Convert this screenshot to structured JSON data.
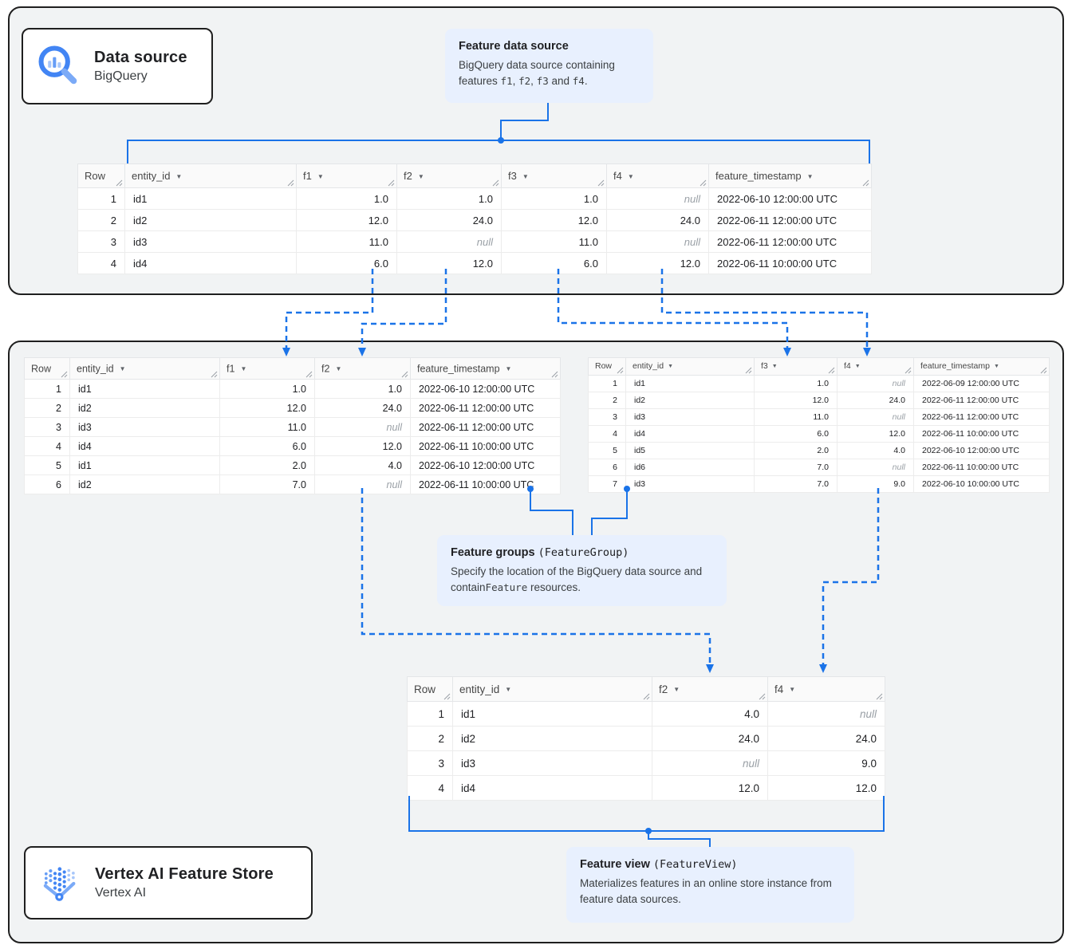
{
  "labels": {
    "data_source": {
      "title": "Data source",
      "subtitle": "BigQuery"
    },
    "vertex": {
      "title": "Vertex AI Feature Store",
      "subtitle": "Vertex AI"
    }
  },
  "callouts": {
    "feature_data_source": {
      "title_parts": [
        {
          "t": "Feature data source"
        }
      ],
      "body_parts": [
        {
          "t": "BigQuery data source containing features "
        },
        {
          "t": "f1",
          "mono": true
        },
        {
          "t": ", "
        },
        {
          "t": "f2",
          "mono": true
        },
        {
          "t": ", "
        },
        {
          "t": "f3",
          "mono": true
        },
        {
          "t": " and "
        },
        {
          "t": "f4",
          "mono": true
        },
        {
          "t": "."
        }
      ]
    },
    "feature_groups": {
      "title_parts": [
        {
          "t": "Feature groups "
        },
        {
          "t": "(FeatureGroup)",
          "mono": true
        }
      ],
      "body_parts": [
        {
          "t": "Specify the location of the BigQuery data source and contain"
        },
        {
          "t": "Feature",
          "mono": true
        },
        {
          "t": " resources."
        }
      ]
    },
    "feature_view": {
      "title_parts": [
        {
          "t": "Feature view "
        },
        {
          "t": "(FeatureView)",
          "mono": true
        }
      ],
      "body_parts": [
        {
          "t": "Materializes features in an online store instance from feature data sources."
        }
      ]
    }
  },
  "icons": {
    "bigquery": "bigquery-search-icon",
    "vertex": "vertex-ai-icon",
    "sort_glyph": "▼"
  },
  "colors": {
    "connector_blue": "#1a73e8",
    "callout_bg": "#e8f0fe",
    "frame_bg": "#f1f3f4",
    "frame_border": "#1f1f1f",
    "null_text": "#9aa0a6"
  },
  "tables": {
    "source": {
      "columns": [
        {
          "label": "Row",
          "sortable": false
        },
        {
          "label": "entity_id",
          "sortable": true
        },
        {
          "label": "f1",
          "sortable": true
        },
        {
          "label": "f2",
          "sortable": true
        },
        {
          "label": "f3",
          "sortable": true
        },
        {
          "label": "f4",
          "sortable": true
        },
        {
          "label": "feature_timestamp",
          "sortable": true
        }
      ],
      "aligns": [
        "right",
        "left",
        "right",
        "right",
        "right",
        "right",
        "left"
      ],
      "rows": [
        [
          "1",
          "id1",
          "1.0",
          "1.0",
          "1.0",
          "null",
          "2022-06-10 12:00:00 UTC"
        ],
        [
          "2",
          "id2",
          "12.0",
          "24.0",
          "12.0",
          "24.0",
          "2022-06-11 12:00:00 UTC"
        ],
        [
          "3",
          "id3",
          "11.0",
          "null",
          "11.0",
          "null",
          "2022-06-11 12:00:00 UTC"
        ],
        [
          "4",
          "id4",
          "6.0",
          "12.0",
          "6.0",
          "12.0",
          "2022-06-11 10:00:00 UTC"
        ]
      ]
    },
    "group1": {
      "columns": [
        {
          "label": "Row",
          "sortable": false
        },
        {
          "label": "entity_id",
          "sortable": true
        },
        {
          "label": "f1",
          "sortable": true
        },
        {
          "label": "f2",
          "sortable": true
        },
        {
          "label": "feature_timestamp",
          "sortable": true
        }
      ],
      "aligns": [
        "right",
        "left",
        "right",
        "right",
        "left"
      ],
      "rows": [
        [
          "1",
          "id1",
          "1.0",
          "1.0",
          "2022-06-10 12:00:00 UTC"
        ],
        [
          "2",
          "id2",
          "12.0",
          "24.0",
          "2022-06-11 12:00:00 UTC"
        ],
        [
          "3",
          "id3",
          "11.0",
          "null",
          "2022-06-11 12:00:00 UTC"
        ],
        [
          "4",
          "id4",
          "6.0",
          "12.0",
          "2022-06-11 10:00:00 UTC"
        ],
        [
          "5",
          "id1",
          "2.0",
          "4.0",
          "2022-06-10 12:00:00 UTC"
        ],
        [
          "6",
          "id2",
          "7.0",
          "null",
          "2022-06-11 10:00:00 UTC"
        ]
      ]
    },
    "group2": {
      "columns": [
        {
          "label": "Row",
          "sortable": false
        },
        {
          "label": "entity_id",
          "sortable": true
        },
        {
          "label": "f3",
          "sortable": true
        },
        {
          "label": "f4",
          "sortable": true
        },
        {
          "label": "feature_timestamp",
          "sortable": true
        }
      ],
      "aligns": [
        "right",
        "left",
        "right",
        "right",
        "left"
      ],
      "rows": [
        [
          "1",
          "id1",
          "1.0",
          "null",
          "2022-06-09 12:00:00 UTC"
        ],
        [
          "2",
          "id2",
          "12.0",
          "24.0",
          "2022-06-11 12:00:00 UTC"
        ],
        [
          "3",
          "id3",
          "11.0",
          "null",
          "2022-06-11 12:00:00 UTC"
        ],
        [
          "4",
          "id4",
          "6.0",
          "12.0",
          "2022-06-11 10:00:00 UTC"
        ],
        [
          "5",
          "id5",
          "2.0",
          "4.0",
          "2022-06-10 12:00:00 UTC"
        ],
        [
          "6",
          "id6",
          "7.0",
          "null",
          "2022-06-11 10:00:00 UTC"
        ],
        [
          "7",
          "id3",
          "7.0",
          "9.0",
          "2022-06-10 10:00:00 UTC"
        ]
      ]
    },
    "view": {
      "columns": [
        {
          "label": "Row",
          "sortable": false
        },
        {
          "label": "entity_id",
          "sortable": true
        },
        {
          "label": "f2",
          "sortable": true
        },
        {
          "label": "f4",
          "sortable": true
        }
      ],
      "aligns": [
        "right",
        "left",
        "right",
        "right"
      ],
      "rows": [
        [
          "1",
          "id1",
          "4.0",
          "null"
        ],
        [
          "2",
          "id2",
          "24.0",
          "24.0"
        ],
        [
          "3",
          "id3",
          "null",
          "9.0"
        ],
        [
          "4",
          "id4",
          "12.0",
          "12.0"
        ]
      ]
    }
  }
}
